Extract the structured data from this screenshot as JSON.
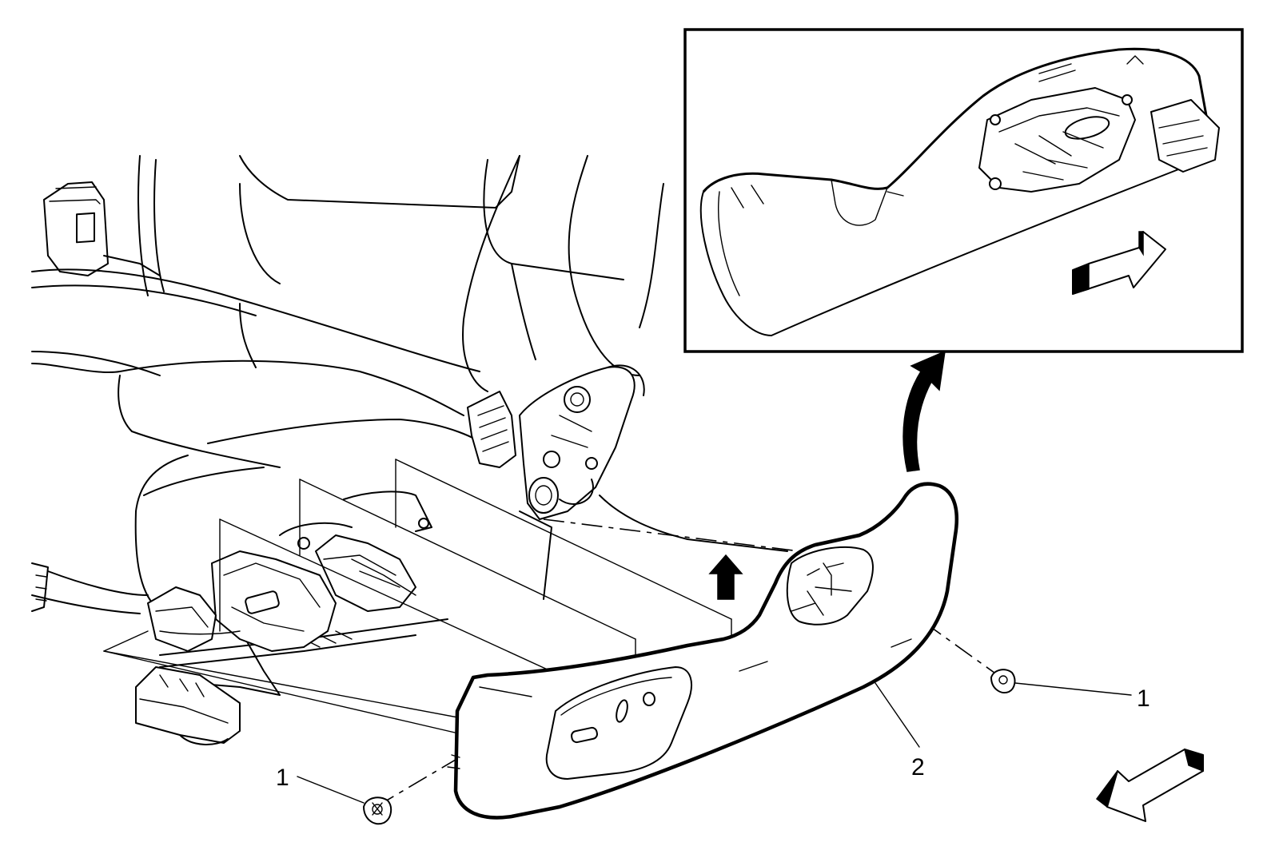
{
  "callouts": {
    "fastener_left": "1",
    "fastener_right": "1",
    "side_panel": "2"
  },
  "colors": {
    "line": "#000000",
    "background": "#ffffff"
  }
}
